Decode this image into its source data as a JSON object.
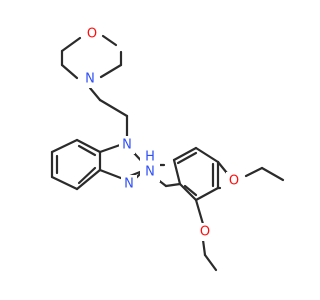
{
  "molecule": {
    "atoms": {
      "morpholine_o": {
        "symbol": "O",
        "color": "#ff0d0d"
      },
      "morpholine_n": {
        "symbol": "N",
        "color": "#3050f8"
      },
      "imidazole_n1": {
        "symbol": "N",
        "color": "#3050f8"
      },
      "imidazole_n3": {
        "symbol": "N",
        "color": "#3050f8"
      },
      "amine_n": {
        "symbol": "N",
        "color": "#3050f8"
      },
      "amine_h": {
        "symbol": "H",
        "color": "#3050f8"
      },
      "ether_o_1": {
        "symbol": "O",
        "color": "#ff0d0d"
      },
      "ether_o_2": {
        "symbol": "O",
        "color": "#ff0d0d"
      }
    },
    "bond_color": "#2b2b2b"
  }
}
